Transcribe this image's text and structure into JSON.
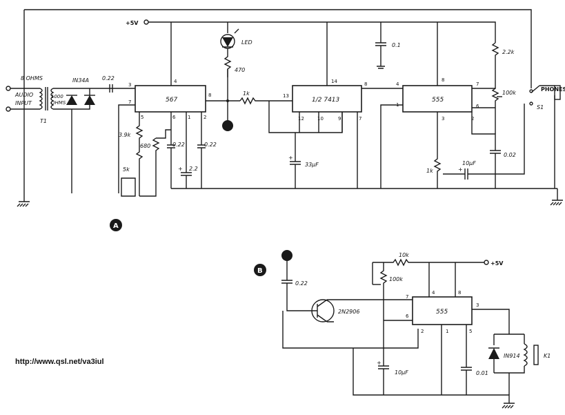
{
  "diagram_a": {
    "badge": "A",
    "supply": "+5V",
    "input": {
      "imp": "8 OHMS",
      "line1": "AUDIO",
      "line2": "INPUT",
      "xf1": "1000",
      "xf2": "OHMS",
      "xf_ref": "T1"
    },
    "diode": "IN34A",
    "c_in": "0.22",
    "r_39": "3.9k",
    "r_680": "680",
    "pot_5k": "5k",
    "c_022a": "0.22",
    "c_22": "2.2",
    "c_022b": "0.22",
    "led": "LED",
    "r_470": "470",
    "r_1k": "1k",
    "ic1": "567",
    "ic2": "1/2 7413",
    "c_33": "33μF",
    "c_01": "0.1",
    "ic3": "555",
    "r_22k": "2.2k",
    "pot_100k": "100k",
    "c_002": "0.02",
    "pot_1k": "1k",
    "c_10": "10μF",
    "phones": "PHONES",
    "switch": "S1",
    "pins": {
      "u1_3": "3",
      "u1_7": "7",
      "u1_4": "4",
      "u1_8": "8",
      "u1_5": "5",
      "u1_6": "6",
      "u1_1": "1",
      "u1_2": "2",
      "u2_13": "13",
      "u2_14": "14",
      "u2_8": "8",
      "u2_12": "12",
      "u2_10": "10",
      "u2_9": "9",
      "u2_7": "7",
      "u3_4": "4",
      "u3_8": "8",
      "u3_7": "7",
      "u3_1": "1",
      "u3_6": "6",
      "u3_3": "3",
      "u3_2": "2"
    }
  },
  "diagram_b": {
    "badge": "B",
    "supply": "+5V",
    "c_in": "0.22",
    "transistor": "2N2906",
    "r_10k": "10k",
    "pot_100k": "100k",
    "ic": "555",
    "c_10": "10μF",
    "c_001": "0.01",
    "diode": "IN914",
    "relay": "K1",
    "pins": {
      "p7": "7",
      "p4": "4",
      "p8": "8",
      "p6": "6",
      "p2": "2",
      "p1": "1",
      "p5": "5",
      "p3": "3"
    }
  },
  "footer_url": "http://www.qsl.net/va3iul"
}
